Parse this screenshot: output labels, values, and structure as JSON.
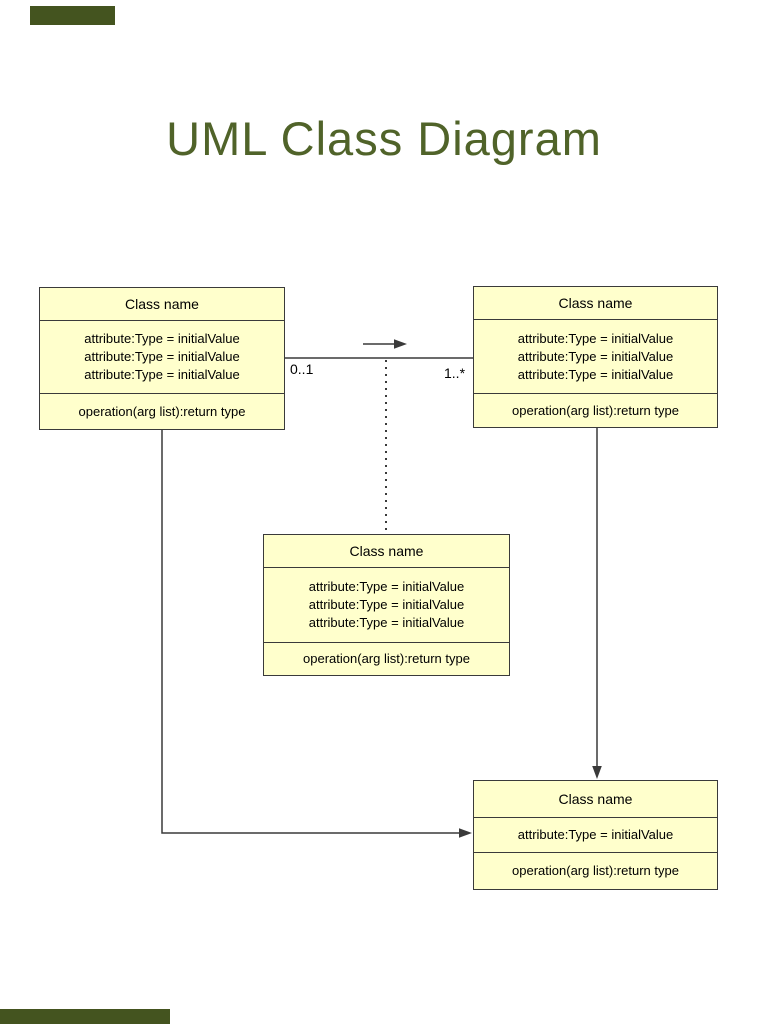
{
  "title": "UML Class Diagram",
  "colors": {
    "title_color": "#506329",
    "box_fill": "#FFFFCC",
    "box_border": "#3A3A3A",
    "line_color": "#3A3A3A",
    "accent_bar": "#44541F"
  },
  "classes": [
    {
      "position": "top-left",
      "name": "Class name",
      "attributes": [
        "attribute:Type = initialValue",
        "attribute:Type = initialValue",
        "attribute:Type = initialValue"
      ],
      "operations": [
        "operation(arg list):return type"
      ]
    },
    {
      "position": "top-right",
      "name": "Class name",
      "attributes": [
        "attribute:Type = initialValue",
        "attribute:Type = initialValue",
        "attribute:Type = initialValue"
      ],
      "operations": [
        "operation(arg list):return type"
      ]
    },
    {
      "position": "middle",
      "name": "Class name",
      "attributes": [
        "attribute:Type = initialValue",
        "attribute:Type = initialValue",
        "attribute:Type = initialValue"
      ],
      "operations": [
        "operation(arg list):return type"
      ]
    },
    {
      "position": "bottom-right",
      "name": "Class name",
      "attributes": [
        "attribute:Type = initialValue"
      ],
      "operations": [
        "operation(arg list):return type"
      ]
    }
  ],
  "connectors": {
    "association": {
      "label_left": "0..1",
      "label_right": "1..*"
    }
  }
}
